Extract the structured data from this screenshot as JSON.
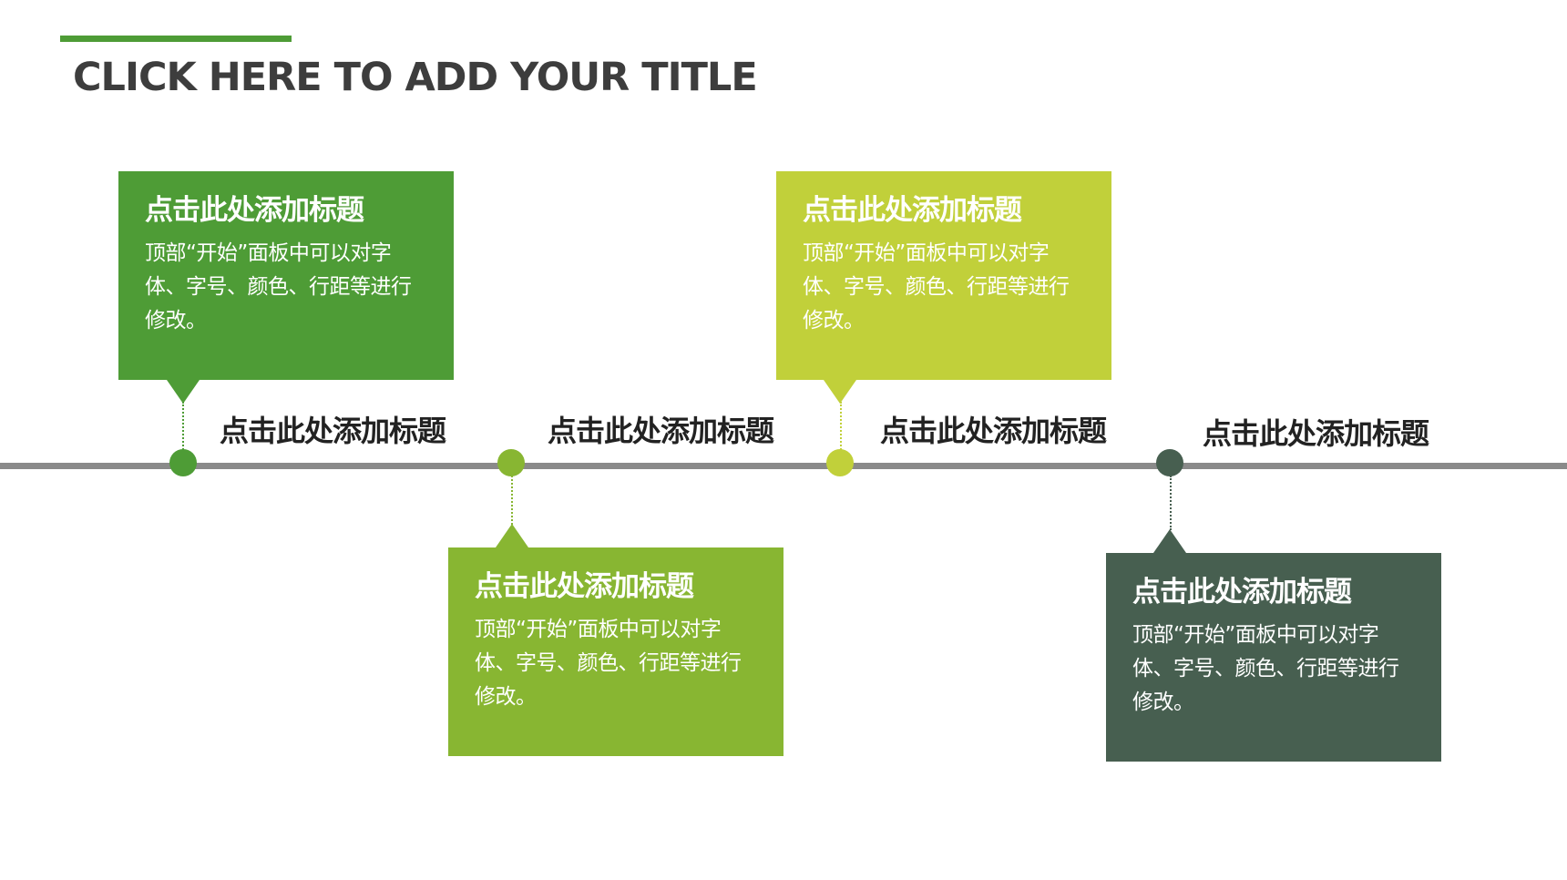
{
  "title": "CLICK HERE TO ADD YOUR TITLE",
  "colors": {
    "accent": "#4e9c36",
    "timeline": "#8a8a8a",
    "c1": "#4e9c36",
    "c2": "#88b632",
    "c3": "#c1d03a",
    "c4": "#475f50"
  },
  "boxes": [
    {
      "title": "点击此处添加标题",
      "body": "顶部“开始”面板中可以对字体、字号、颜色、行距等进行修改。"
    },
    {
      "title": "点击此处添加标题",
      "body": "顶部“开始”面板中可以对字体、字号、颜色、行距等进行修改。"
    },
    {
      "title": "点击此处添加标题",
      "body": "顶部“开始”面板中可以对字体、字号、颜色、行距等进行修改。"
    },
    {
      "title": "点击此处添加标题",
      "body": "顶部“开始”面板中可以对字体、字号、颜色、行距等进行修改。"
    }
  ],
  "labels": [
    "点击此处添加标题",
    "点击此处添加标题",
    "点击此处添加标题",
    "点击此处添加标题"
  ]
}
